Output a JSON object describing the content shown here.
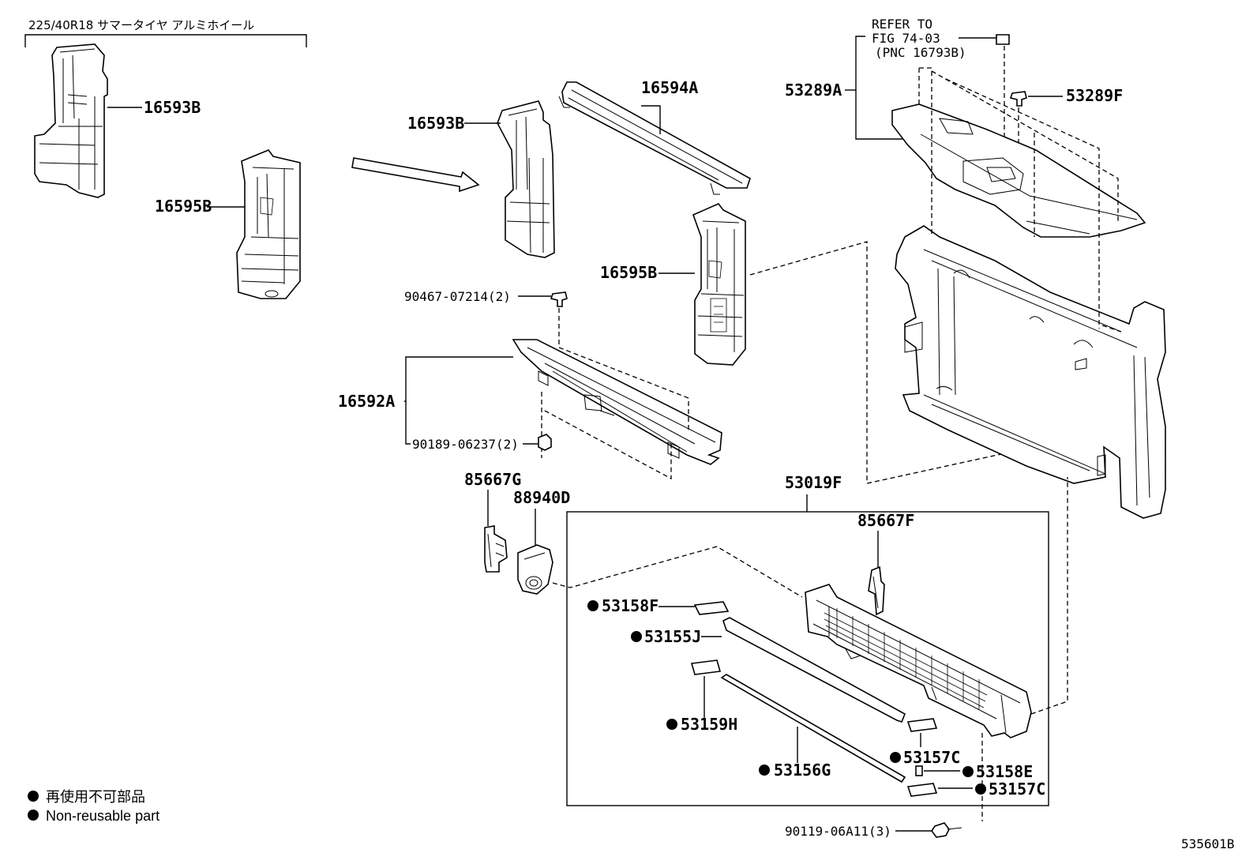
{
  "header_note": "225/40R18 サマータイヤ アルミホイール",
  "refer": {
    "line1": "REFER TO",
    "line2": "FIG 74-03",
    "line3": "(PNC 16793B)"
  },
  "labels": {
    "p16593B_left": "16593B",
    "p16595B_left": "16595B",
    "p16593B_mid": "16593B",
    "p16594A": "16594A",
    "p16595B_mid": "16595B",
    "p90467": "90467-07214(2)",
    "p16592A": "16592A",
    "p90189": "90189-06237(2)",
    "p85667G": "85667G",
    "p88940D": "88940D",
    "p53289A": "53289A",
    "p53289F": "53289F",
    "p53019F": "53019F",
    "p85667F": "85667F",
    "p53158F": "53158F",
    "p53155J": "53155J",
    "p53159H": "53159H",
    "p53156G": "53156G",
    "p53157C_1": "53157C",
    "p53158E": "53158E",
    "p53157C_2": "53157C",
    "p90119": "90119-06A11(3)"
  },
  "legend": {
    "jp": "再使用不可部品",
    "en": "Non-reusable part"
  },
  "diagram_id": "535601B"
}
